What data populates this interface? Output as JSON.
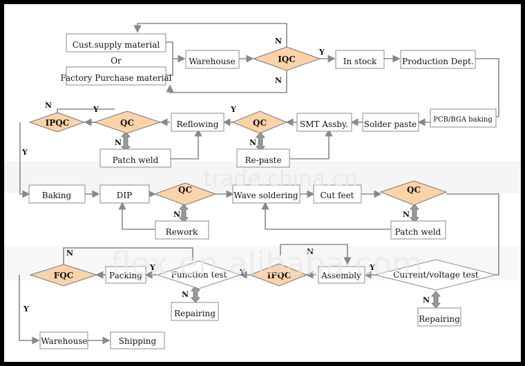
{
  "boxes": [
    {
      "id": "cust",
      "text": "Cust.supply material"
    },
    {
      "id": "or",
      "text": "Or"
    },
    {
      "id": "factory",
      "text": "Factory Purchase material"
    },
    {
      "id": "warehouse1",
      "text": "Warehouse"
    },
    {
      "id": "instock",
      "text": "In stock"
    },
    {
      "id": "proddept",
      "text": "Production Dept."
    },
    {
      "id": "reflowing",
      "text": "Reflowing"
    },
    {
      "id": "smt",
      "text": "SMT Assby."
    },
    {
      "id": "solder",
      "text": "Solder paste"
    },
    {
      "id": "pcb",
      "text": "PCB/BGA baking"
    },
    {
      "id": "patchweld1",
      "text": "Patch weld"
    },
    {
      "id": "repaste",
      "text": "Re-paste"
    },
    {
      "id": "baking",
      "text": "Baking"
    },
    {
      "id": "dip",
      "text": "DIP"
    },
    {
      "id": "wave",
      "text": "Wave soldering"
    },
    {
      "id": "cutfeet",
      "text": "Cut feet"
    },
    {
      "id": "rework",
      "text": "Rework"
    },
    {
      "id": "patchweld2",
      "text": "Patch weld"
    },
    {
      "id": "packing",
      "text": "Packing"
    },
    {
      "id": "function",
      "text": "Function test"
    },
    {
      "id": "assembly",
      "text": "Assembly"
    },
    {
      "id": "current",
      "text": "Current/voltage test"
    },
    {
      "id": "repairing1",
      "text": "Repairing"
    },
    {
      "id": "repairing2",
      "text": "Repairing"
    },
    {
      "id": "warehouse2",
      "text": "Warehouse"
    },
    {
      "id": "shipping",
      "text": "Shipping"
    }
  ],
  "decisions": [
    {
      "id": "iqc",
      "text": "IQC"
    },
    {
      "id": "ipqc1",
      "text": "IPQC"
    },
    {
      "id": "qc1",
      "text": "QC"
    },
    {
      "id": "qc2",
      "text": "QC"
    },
    {
      "id": "qc3",
      "text": "QC"
    },
    {
      "id": "qc4",
      "text": "QC"
    },
    {
      "id": "fqc",
      "text": "FQC"
    },
    {
      "id": "ipqc2",
      "text": "IPQC"
    }
  ],
  "labels": {
    "n": "N",
    "y": "Y"
  },
  "watermark": {
    "top": "trade.china.cn",
    "bottom": "flex.en.alibaba.com"
  }
}
